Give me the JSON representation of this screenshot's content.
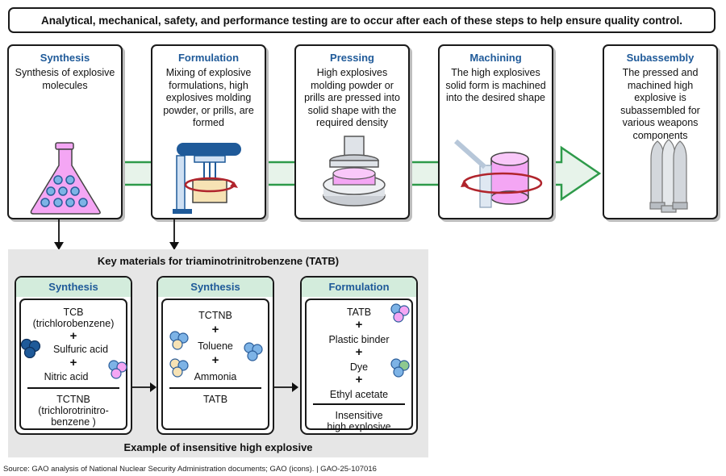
{
  "banner": "Analytical, mechanical, safety, and performance testing are to occur after each of these steps to help ensure quality control.",
  "steps": [
    {
      "title": "Synthesis",
      "desc": "Synthesis of explosive molecules",
      "icon": "flask-icon"
    },
    {
      "title": "Formulation",
      "desc": "Mixing of explosive formulations, high explosives molding powder, or prills, are formed",
      "icon": "mixer-icon"
    },
    {
      "title": "Pressing",
      "desc": "High explosives molding powder or prills are pressed into solid shape with the required density",
      "icon": "press-icon"
    },
    {
      "title": "Machining",
      "desc": "The high explosives solid form is machined into the desired shape",
      "icon": "lathe-icon"
    },
    {
      "title": "Subassembly",
      "desc": "The pressed and machined high explosive is subassembled for various weapons components",
      "icon": "warheads-icon"
    }
  ],
  "tatb": {
    "panel_title": "Key materials for triaminotrinitrobenzene (TATB)",
    "footer": "Example of insensitive high explosive",
    "cards": [
      {
        "title": "Synthesis",
        "lines": [
          "TCB",
          "(trichlorobenzene)",
          "Sulfuric acid",
          "Nitric acid"
        ],
        "result": [
          "TCTNB",
          "(trichlorotrinitro-",
          "benzene )"
        ]
      },
      {
        "title": "Synthesis",
        "lines": [
          "TCTNB",
          "Toluene",
          "Ammonia"
        ],
        "result": [
          "TATB"
        ]
      },
      {
        "title": "Formulation",
        "lines": [
          "TATB",
          "Plastic binder",
          "Dye",
          "Ethyl acetate"
        ],
        "result": [
          "Insensitive",
          "high explosive"
        ]
      }
    ],
    "plus": "+"
  },
  "colors": {
    "title_blue": "#1f5a99",
    "flow_green": "#2e9a4a",
    "card_header": "#d3ecdc",
    "explosive_pink": "#f4a6f4",
    "panel_gray": "#e6e6e6"
  },
  "source": "Source: GAO analysis of National Nuclear Security Administration documents; GAO (icons).  |  GAO-25-107016"
}
